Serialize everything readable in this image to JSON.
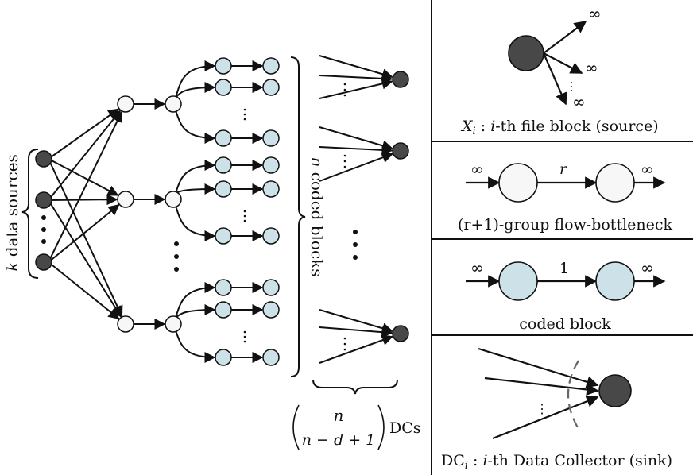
{
  "left_panel": {
    "sources_label_var": "k",
    "sources_label_text": " data sources",
    "coded_label_var": "n",
    "coded_label_text": " coded blocks",
    "dc_binom_top": "n",
    "dc_binom_bottom": "n − d + 1",
    "dc_suffix": "DCs"
  },
  "legend": {
    "source": {
      "var": "X",
      "sub": "i",
      "colon": " : ",
      "ivar": "i",
      "text": "-th file block (source)",
      "edge_top": "∞",
      "edge_mid": "∞",
      "edge_bottom": "∞"
    },
    "bottleneck": {
      "in_cap": "∞",
      "mid_cap": "r",
      "out_cap": "∞",
      "caption": "(r+1)-group flow-bottleneck"
    },
    "coded": {
      "in_cap": "∞",
      "mid_cap": "1",
      "out_cap": "∞",
      "caption": "coded block"
    },
    "sink": {
      "prefix": "DC",
      "sub": "i",
      "colon": " : ",
      "ivar": "i",
      "text": "-th Data Collector (sink)"
    }
  },
  "colors": {
    "source_fill": "#484848",
    "bottleneck_fill": "#f7f7f7",
    "coded_fill": "#cde2e8",
    "stroke": "#111111",
    "cut_dash": "#666666"
  }
}
